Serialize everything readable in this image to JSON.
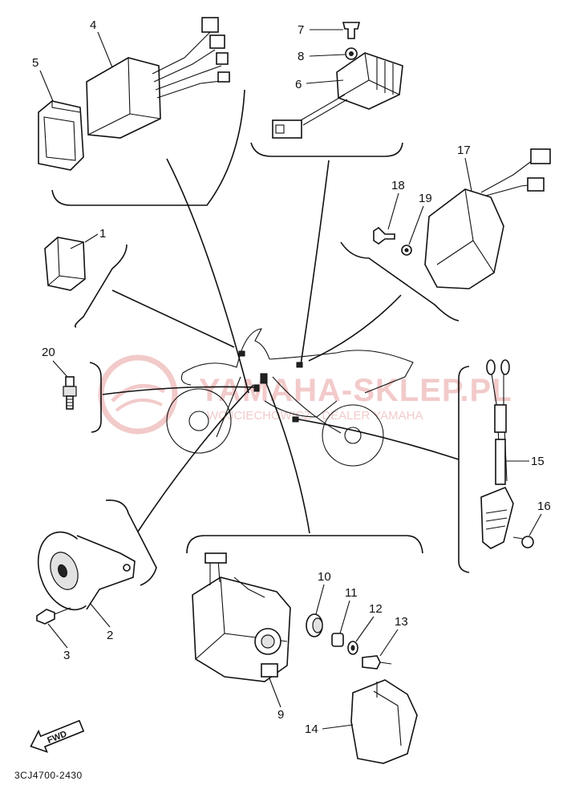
{
  "diagram": {
    "code": "3CJ4700-2430",
    "fwd_label": "FWD",
    "watermark": {
      "brand": "YAMAHA-SKLEP.PL",
      "tagline": "WOJCIECHOWICZ · DEALER YAMAHA"
    },
    "callouts": [
      "1",
      "2",
      "3",
      "4",
      "5",
      "6",
      "7",
      "8",
      "9",
      "10",
      "11",
      "12",
      "13",
      "14",
      "15",
      "16",
      "17",
      "18",
      "19",
      "20"
    ]
  },
  "colors": {
    "ink": "#111111",
    "watermark": "#e8a0a0"
  }
}
